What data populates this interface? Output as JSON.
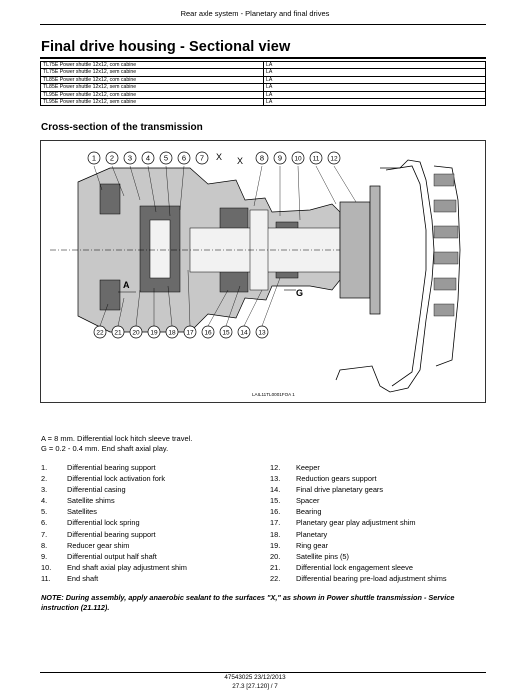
{
  "header": {
    "running_title": "Rear axle system - Planetary and final drives"
  },
  "page_title": "Final drive housing - Sectional view",
  "models_table": {
    "rows": [
      [
        "TL75E Power shuttle 12x12, com cabine",
        "LA"
      ],
      [
        "TL75E Power shuttle 12x12, sem cabine",
        "LA"
      ],
      [
        "TL85E Power shuttle 12x12, com cabine",
        "LA"
      ],
      [
        "TL85E Power shuttle 12x12, sem cabine",
        "LA"
      ],
      [
        "TL95E Power shuttle 12x12, com cabine",
        "LA"
      ],
      [
        "TL95E Power shuttle 12x12, sem cabine",
        "LA"
      ]
    ]
  },
  "section_title": "Cross-section of the transmission",
  "figure": {
    "top_callouts": [
      "1",
      "2",
      "3",
      "4",
      "5",
      "6",
      "7",
      "8",
      "9",
      "10",
      "11",
      "12"
    ],
    "bottom_callouts": [
      "22",
      "21",
      "20",
      "19",
      "18",
      "17",
      "16",
      "15",
      "14",
      "13"
    ],
    "marker_x": "X",
    "marker_a": "A",
    "marker_g": "G",
    "code": "LAIL11TL0001FOA   1"
  },
  "specs": {
    "a_line": "A = 8 mm. Differential lock hitch sleeve travel.",
    "g_line": "G = 0.2 - 0.4 mm. End shaft axial play."
  },
  "legend": {
    "left": [
      {
        "num": "1.",
        "text": "Differential bearing support"
      },
      {
        "num": "2.",
        "text": "Differential lock activation fork"
      },
      {
        "num": "3.",
        "text": "Differential casing"
      },
      {
        "num": "4.",
        "text": "Satellite shims"
      },
      {
        "num": "5.",
        "text": "Satellites"
      },
      {
        "num": "6.",
        "text": "Differential lock spring"
      },
      {
        "num": "7.",
        "text": "Differential bearing support"
      },
      {
        "num": "8.",
        "text": "Reducer gear shim"
      },
      {
        "num": "9.",
        "text": "Differential output half shaft"
      },
      {
        "num": "10.",
        "text": "End shaft axial play adjustment shim"
      },
      {
        "num": "11.",
        "text": "End shaft"
      }
    ],
    "right": [
      {
        "num": "12.",
        "text": "Keeper"
      },
      {
        "num": "13.",
        "text": "Reduction gears support"
      },
      {
        "num": "14.",
        "text": "Final drive planetary gears"
      },
      {
        "num": "15.",
        "text": "Spacer"
      },
      {
        "num": "16.",
        "text": "Bearing"
      },
      {
        "num": "17.",
        "text": "Planetary gear play adjustment shim"
      },
      {
        "num": "18.",
        "text": "Planetary"
      },
      {
        "num": "19.",
        "text": "Ring gear"
      },
      {
        "num": "20.",
        "text": "Satellite pins (5)"
      },
      {
        "num": "21.",
        "text": "Differential lock engagement sleeve"
      },
      {
        "num": "22.",
        "text": "Differential bearing pre-load adjustment shims"
      }
    ]
  },
  "note": {
    "label": "NOTE:",
    "text": "During assembly, apply anaerobic sealant to the surfaces \"X,\" as shown in Power shuttle transmission - Service instruction (21.112)."
  },
  "footer": {
    "doc": "47543025 23/12/2013",
    "page": "27.3 [27.120] / 7"
  }
}
